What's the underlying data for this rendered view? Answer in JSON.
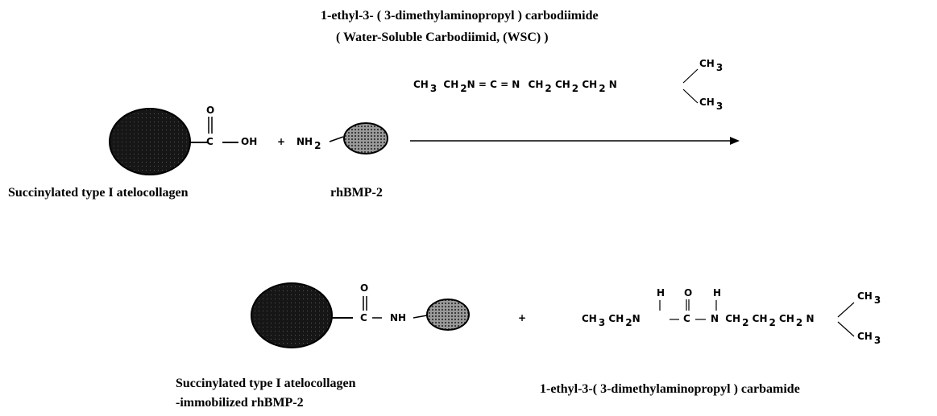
{
  "reagent": {
    "name_line1": "1-ethyl-3- ( 3-dimethylaminopropyl ) carbodiimide",
    "name_line2": "( Water-Soluble Carbodiimid, (WSC) )",
    "formula": {
      "left_ch3": "CH",
      "left_3": "3",
      "ch2_1": "CH",
      "two_1": "2",
      "ncn": "N = C = N",
      "chain": "CH",
      "c2a": "2",
      "chb": "CH",
      "c2b": "2",
      "chc": "CH",
      "c2c": "2",
      "n": "N",
      "top_ch": "CH",
      "top_3": "3",
      "bot_ch": "CH",
      "bot_3": "3"
    }
  },
  "reactants": {
    "collagen_label": "Succinylated type I atelocollagen",
    "bmp_label": "rhBMP-2",
    "carbonyl_o": "O",
    "carbonyl_c": "C",
    "oh": "OH",
    "plus": "+",
    "nh": "NH",
    "nh_sub": "2"
  },
  "products": {
    "conj_label_line1": "Succinylated type I atelocollagen",
    "conj_label_line2": "-immobilized rhBMP-2",
    "urea_label": "1-ethyl-3-( 3-dimethylaminopropyl ) carbamide",
    "o": "O",
    "c": "C",
    "nh": "NH",
    "plus": "+",
    "urea": {
      "h1": "H",
      "o": "O",
      "h2": "H",
      "ch_a": "CH",
      "sub_a": "3",
      "ch_b": "CH",
      "sub_b": "2",
      "n1": "N",
      "c": "C",
      "n2": "N",
      "c1": "CH",
      "s1": "2",
      "c2": "CH",
      "s2": "2",
      "c3": "CH",
      "s3": "2",
      "n3": "N",
      "top_ch": "CH",
      "top_3": "3",
      "bot_ch": "CH",
      "bot_3": "3"
    }
  },
  "colors": {
    "ink": "#000000",
    "collagen_fill": "#1a1a1a",
    "bmp_fill": "#7a7a7a"
  }
}
